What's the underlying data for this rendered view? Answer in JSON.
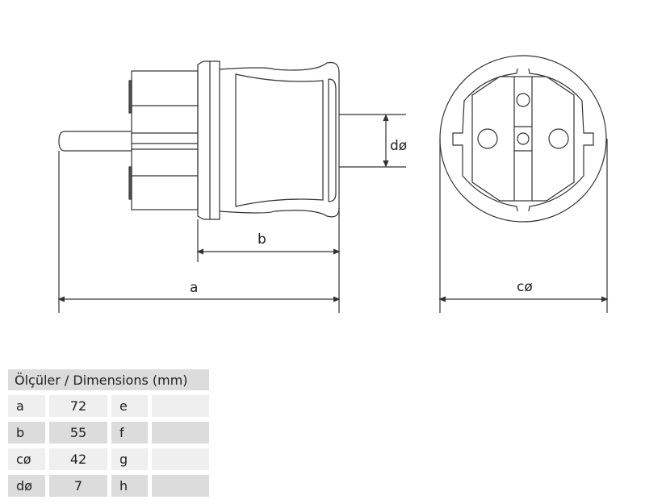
{
  "drawing": {
    "labels": {
      "a": "a",
      "b": "b",
      "c": "cø",
      "d": "dø"
    }
  },
  "table": {
    "title": "Ölçüler / Dimensions (mm)",
    "rows": [
      {
        "k1": "a",
        "v1": "72",
        "k2": "e",
        "v2": ""
      },
      {
        "k1": "b",
        "v1": "55",
        "k2": "f",
        "v2": ""
      },
      {
        "k1": "cø",
        "v1": "42",
        "k2": "g",
        "v2": ""
      },
      {
        "k1": "dø",
        "v1": "7",
        "k2": "h",
        "v2": ""
      }
    ]
  }
}
